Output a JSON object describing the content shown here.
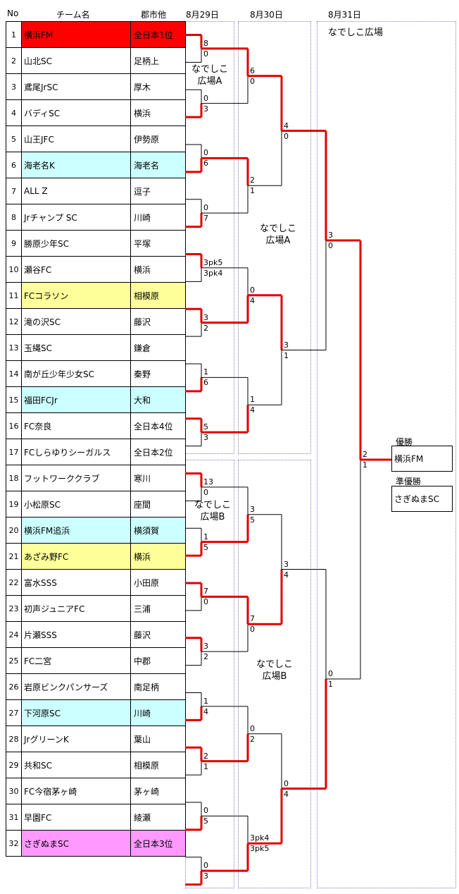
{
  "headers": {
    "no": "No",
    "team": "チーム名",
    "city": "郡市他",
    "day1": "8月29日",
    "day2": "8月30日",
    "day3": "8月31日"
  },
  "colors": {
    "red_line": "#e00000",
    "black_line": "#000000",
    "red": "#ff0000",
    "cyan": "#ccffff",
    "yellow": "#ffff99",
    "pink": "#ff99ff"
  },
  "teams": [
    {
      "no": "1",
      "name": "横浜FM",
      "city": "全日本1位",
      "color": "red"
    },
    {
      "no": "2",
      "name": "山北SC",
      "city": "足柄上",
      "color": ""
    },
    {
      "no": "3",
      "name": "鳶尾JrSC",
      "city": "厚木",
      "color": ""
    },
    {
      "no": "4",
      "name": "バディSC",
      "city": "横浜",
      "color": ""
    },
    {
      "no": "5",
      "name": "山王JFC",
      "city": "伊勢原",
      "color": ""
    },
    {
      "no": "6",
      "name": "海老名K",
      "city": "海老名",
      "color": "cyan"
    },
    {
      "no": "7",
      "name": "ALL Z",
      "city": "逗子",
      "color": ""
    },
    {
      "no": "8",
      "name": "Jrチャンプ SC",
      "city": "川崎",
      "color": ""
    },
    {
      "no": "9",
      "name": "勝原少年SC",
      "city": "平塚",
      "color": ""
    },
    {
      "no": "10",
      "name": "瀬谷FC",
      "city": "横浜",
      "color": ""
    },
    {
      "no": "11",
      "name": "FCコラソン",
      "city": "相模原",
      "color": "yellow"
    },
    {
      "no": "12",
      "name": "滝の沢SC",
      "city": "藤沢",
      "color": ""
    },
    {
      "no": "13",
      "name": "玉縄SC",
      "city": "鎌倉",
      "color": ""
    },
    {
      "no": "14",
      "name": "南が丘少年少女SC",
      "city": "秦野",
      "color": ""
    },
    {
      "no": "15",
      "name": "福田FCJr",
      "city": "大和",
      "color": "cyan"
    },
    {
      "no": "16",
      "name": "FC奈良",
      "city": "全日本4位",
      "color": ""
    },
    {
      "no": "17",
      "name": "FCしらゆりシーガルス",
      "city": "全日本2位",
      "color": ""
    },
    {
      "no": "18",
      "name": "フットワーククラブ",
      "city": "寒川",
      "color": ""
    },
    {
      "no": "19",
      "name": "小松原SC",
      "city": "座間",
      "color": ""
    },
    {
      "no": "20",
      "name": "横浜FM追浜",
      "city": "横須賀",
      "color": "cyan"
    },
    {
      "no": "21",
      "name": "あざみ野FC",
      "city": "横浜",
      "color": "yellow"
    },
    {
      "no": "22",
      "name": "富水SSS",
      "city": "小田原",
      "color": ""
    },
    {
      "no": "23",
      "name": "初声ジュニアFC",
      "city": "三浦",
      "color": ""
    },
    {
      "no": "24",
      "name": "片瀬SSS",
      "city": "藤沢",
      "color": ""
    },
    {
      "no": "25",
      "name": "FC二宮",
      "city": "中郡",
      "color": ""
    },
    {
      "no": "26",
      "name": "岩原ビンクパンサーズ",
      "city": "南足柄",
      "color": ""
    },
    {
      "no": "27",
      "name": "下河原SC",
      "city": "川崎",
      "color": "cyan"
    },
    {
      "no": "28",
      "name": "JrグリーンK",
      "city": "葉山",
      "color": ""
    },
    {
      "no": "29",
      "name": "共和SC",
      "city": "相模原",
      "color": ""
    },
    {
      "no": "30",
      "name": "FC今宿茅ヶ崎",
      "city": "茅ヶ崎",
      "color": ""
    },
    {
      "no": "31",
      "name": "早園FC",
      "city": "綾瀬",
      "color": ""
    },
    {
      "no": "32",
      "name": "さぎぬまSC",
      "city": "全日本3位",
      "color": "pink"
    }
  ],
  "venues": {
    "a_small_l1": "なでしこ",
    "a_small_l2": "広場A",
    "a_mid_l1": "なでしこ",
    "a_mid_l2": "広場A",
    "b_small_l1": "なでしこ",
    "b_small_l2": "広場B",
    "b_mid_l1": "なでしこ",
    "b_mid_l2": "広場B",
    "final": "なでしこ広場"
  },
  "results": {
    "winner_label": "優勝",
    "winner": "横浜FM",
    "runner_label": "準優勝",
    "runner": "さぎぬまSC"
  },
  "scores": {
    "r1": [
      [
        "8",
        "0"
      ],
      [
        "0",
        "3"
      ],
      [
        "0",
        "6"
      ],
      [
        "0",
        "7"
      ],
      [
        "3pk5",
        "3pk4"
      ],
      [
        "3",
        "2"
      ],
      [
        "1",
        "6"
      ],
      [
        "5",
        "3"
      ],
      [
        "13",
        "0"
      ],
      [
        "1",
        "5"
      ],
      [
        "7",
        "0"
      ],
      [
        "3",
        "2"
      ],
      [
        "1",
        "4"
      ],
      [
        "2",
        "1"
      ],
      [
        "0",
        "5"
      ],
      [
        "0",
        "3"
      ]
    ],
    "r2": [
      [
        "6",
        "0"
      ],
      [
        "2",
        "1"
      ],
      [
        "0",
        "4"
      ],
      [
        "1",
        "4"
      ],
      [
        "3",
        "5"
      ],
      [
        "7",
        "0"
      ],
      [
        "0",
        "2"
      ],
      [
        "3pk4",
        "3pk5"
      ]
    ],
    "r3": [
      [
        "4",
        "0"
      ],
      [
        "3",
        "1"
      ],
      [
        "3",
        "4"
      ],
      [
        "0",
        "4"
      ]
    ],
    "sf": [
      [
        "3",
        "0"
      ],
      [
        "0",
        "1"
      ]
    ],
    "final": [
      "2",
      "1"
    ]
  }
}
